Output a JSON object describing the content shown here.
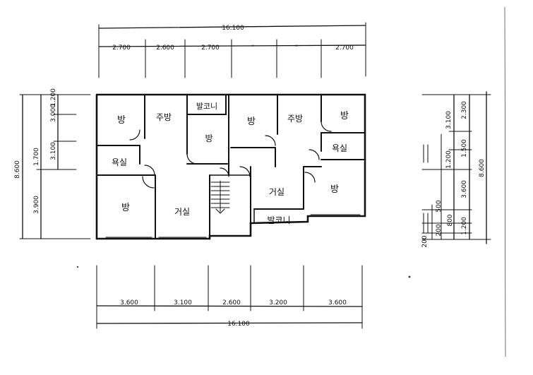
{
  "top_dims": {
    "total": "16.100",
    "segments": [
      "2.700",
      "2.600",
      "2.700",
      "“",
      "“",
      "2.700"
    ]
  },
  "bottom_dims": {
    "total": "16.100",
    "segments": [
      "3.600",
      "3.100",
      "2.600",
      "3.200",
      "3.600"
    ]
  },
  "left_dims": {
    "total": "8.600",
    "outer": [
      "1.700",
      "3.900"
    ],
    "inner": [
      "1.200",
      "3.000",
      "3.100"
    ]
  },
  "section_dims": {
    "total": "8.600",
    "outer": [
      "2.300",
      "1.500",
      "3.600",
      "1.200"
    ],
    "inner": [
      "3.100",
      "1.200",
      "500",
      "800",
      "200",
      "200"
    ]
  },
  "rooms": {
    "room_tl": "방",
    "kitchen_l": "주방",
    "balcony_top": "발코니",
    "room_small": "방",
    "room_tc": "방",
    "kitchen_r": "주방",
    "room_tr": "방",
    "bath_l": "욕실",
    "bath_r": "욕실",
    "room_bl": "방",
    "living_l": "거실",
    "living_r": "거실",
    "room_br": "방",
    "balcony_bottom": "발코니"
  }
}
